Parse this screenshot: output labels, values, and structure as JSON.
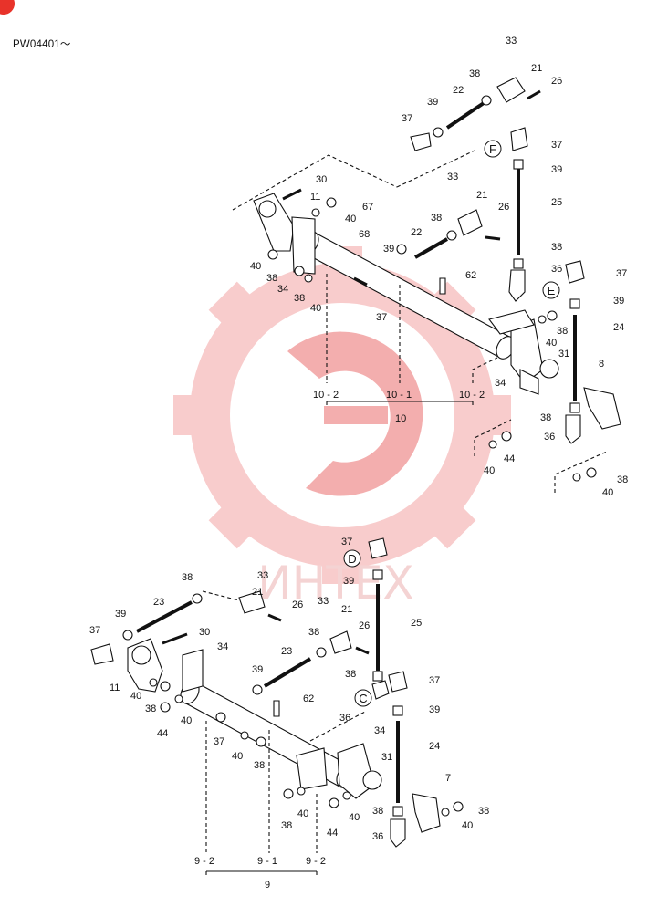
{
  "serial_range": "PW04401～",
  "watermark": {
    "text": "ИНТЕХ",
    "color": "#f5b5b5"
  },
  "upper_assembly": {
    "callouts": [
      "33",
      "21",
      "26",
      "38",
      "22",
      "39",
      "37",
      "37",
      "39",
      "25",
      "26",
      "38",
      "30",
      "11",
      "67",
      "40",
      "68",
      "33",
      "21",
      "38",
      "22",
      "39",
      "62",
      "36",
      "37",
      "40",
      "38",
      "34",
      "38",
      "40",
      "37",
      "39",
      "38",
      "40",
      "24",
      "31",
      "8",
      "34",
      "38",
      "36",
      "40",
      "44",
      "38",
      "40"
    ],
    "view_refs": [
      "F",
      "E"
    ],
    "group_labels": [
      "10 - 2",
      "10 - 1",
      "10 - 2"
    ],
    "group_total": "10"
  },
  "lower_assembly": {
    "callouts": [
      "37",
      "38",
      "33",
      "21",
      "26",
      "39",
      "25",
      "23",
      "33",
      "21",
      "26",
      "39",
      "37",
      "30",
      "34",
      "38",
      "11",
      "40",
      "39",
      "23",
      "40",
      "38",
      "38",
      "44",
      "40",
      "62",
      "37",
      "40",
      "38",
      "38",
      "37",
      "36",
      "39",
      "24",
      "34",
      "31",
      "7",
      "38",
      "36",
      "40",
      "38",
      "44",
      "40",
      "38",
      "40"
    ],
    "view_refs": [
      "D",
      "C"
    ],
    "group_labels": [
      "9 - 2",
      "9 - 1",
      "9 - 2"
    ],
    "group_total": "9"
  }
}
